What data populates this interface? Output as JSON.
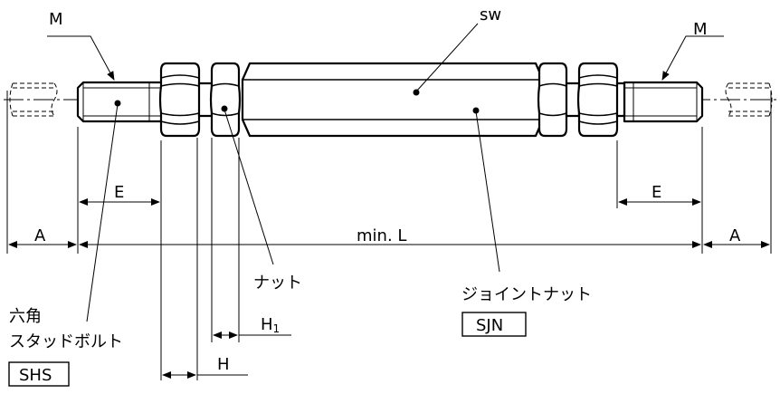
{
  "labels": {
    "m_left": "M",
    "m_right": "M",
    "sw": "sw",
    "e_left": "E",
    "e_right": "E",
    "a_left": "A",
    "a_right": "A",
    "min_l": "min. L",
    "nut": "ナット",
    "joint_nut": "ジョイントナット",
    "sjn": "SJN",
    "hex_line1": "六角",
    "hex_line2": "スタッドボルト",
    "shs": "SHS",
    "h1_main": "H",
    "h1_sub": "1",
    "h": "H"
  }
}
